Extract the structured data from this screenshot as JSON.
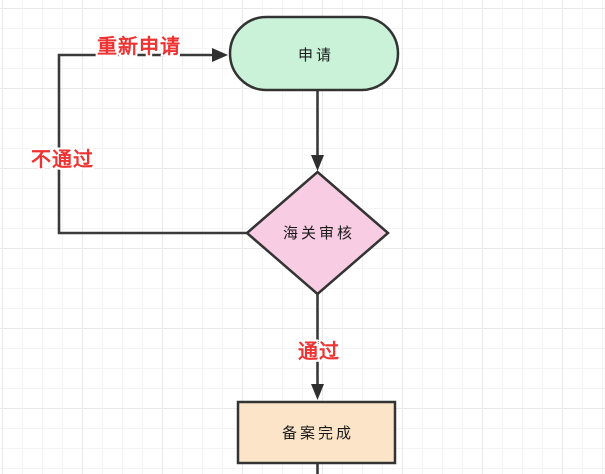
{
  "canvas": {
    "background": "#ffffff",
    "grid_minor_color": "#f4f4f4",
    "grid_major_color": "#e9e9e9",
    "line_color": "#3a3a3a",
    "edge_label_color": "#ee3333"
  },
  "nodes": {
    "apply": {
      "label": "申请",
      "shape": "terminator",
      "fill": "#c9f2d9"
    },
    "review": {
      "label": "海关审核",
      "shape": "decision",
      "fill": "#f8cce2"
    },
    "complete": {
      "label": "备案完成",
      "shape": "process",
      "fill": "#fbe4c7"
    }
  },
  "edges": {
    "apply_to_review": {
      "from": "apply",
      "to": "review"
    },
    "review_to_complete": {
      "from": "review",
      "to": "complete",
      "label": "通过"
    },
    "review_to_apply": {
      "from": "review",
      "to": "apply",
      "fail_label": "不通过",
      "reapply_label": "重新申请"
    }
  }
}
